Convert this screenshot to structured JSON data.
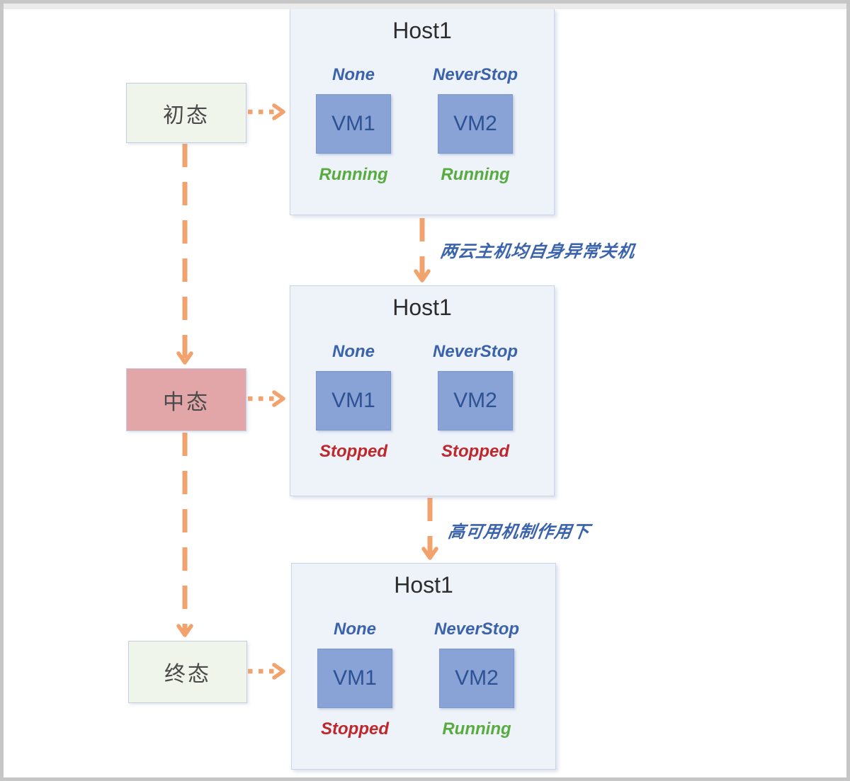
{
  "diagram": {
    "states": [
      {
        "label": "初态",
        "variant": "state-green"
      },
      {
        "label": "中态",
        "variant": "state-pink"
      },
      {
        "label": "终态",
        "variant": "state-green"
      }
    ],
    "hosts": [
      {
        "title": "Host1",
        "vms": [
          {
            "policy": "None",
            "name": "VM1",
            "status": "Running",
            "status_color": "green"
          },
          {
            "policy": "NeverStop",
            "name": "VM2",
            "status": "Running",
            "status_color": "green"
          }
        ]
      },
      {
        "title": "Host1",
        "vms": [
          {
            "policy": "None",
            "name": "VM1",
            "status": "Stopped",
            "status_color": "red"
          },
          {
            "policy": "NeverStop",
            "name": "VM2",
            "status": "Stopped",
            "status_color": "red"
          }
        ]
      },
      {
        "title": "Host1",
        "vms": [
          {
            "policy": "None",
            "name": "VM1",
            "status": "Stopped",
            "status_color": "red"
          },
          {
            "policy": "NeverStop",
            "name": "VM2",
            "status": "Running",
            "status_color": "green"
          }
        ]
      }
    ],
    "transitions": [
      {
        "label": "两云主机均自身异常关机"
      },
      {
        "label": "高可用机制作用下"
      }
    ],
    "colors": {
      "arrow_orange": "#F2A36D",
      "label_blue": "#3B63AC",
      "running_green": "#58AC3F",
      "stopped_red": "#BE272C",
      "vm_fill": "#8AA3D6",
      "vm_text": "#2D5293",
      "host_panel_bg": "#EEF2F9",
      "state_green_bg": "#EFF5EA",
      "state_pink_bg": "#E3A6A8"
    }
  }
}
